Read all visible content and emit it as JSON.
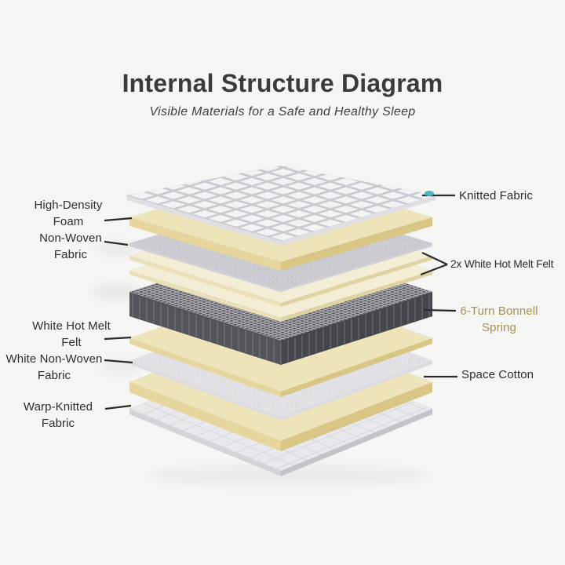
{
  "header": {
    "title": "Internal Structure Diagram",
    "subtitle": "Visible Materials for a Safe and Healthy Sleep"
  },
  "diagram": {
    "layers_top_to_bottom": [
      {
        "id": "knitted-fabric",
        "material": "Knitted Fabric"
      },
      {
        "id": "high-density-foam",
        "material": "High-Density Foam"
      },
      {
        "id": "non-woven-fabric",
        "material": "Non-Woven Fabric"
      },
      {
        "id": "white-hot-melt-felt-upper-1",
        "material": "White Hot Melt Felt"
      },
      {
        "id": "white-hot-melt-felt-upper-2",
        "material": "White Hot Melt Felt"
      },
      {
        "id": "bonnell-spring",
        "material": "6-Turn Bonnell Spring"
      },
      {
        "id": "white-hot-melt-felt",
        "material": "White Hot Melt Felt"
      },
      {
        "id": "white-non-woven-fabric",
        "material": "White Non-Woven Fabric"
      },
      {
        "id": "space-cotton",
        "material": "Space Cotton"
      },
      {
        "id": "warp-knitted-fabric",
        "material": "Warp-Knitted Fabric"
      }
    ],
    "labels": {
      "high_density_foam": {
        "line1": "High-Density",
        "line2": "Foam"
      },
      "non_woven_fabric": {
        "line1": "Non-Woven",
        "line2": "Fabric"
      },
      "white_hot_melt_felt": {
        "line1": "White Hot Melt",
        "line2": "Felt"
      },
      "white_non_woven_fabric": {
        "line1": "White Non-Woven",
        "line2": "Fabric"
      },
      "warp_knitted_fabric": {
        "line1": "Warp-Knitted",
        "line2": "Fabric"
      },
      "knitted_fabric": {
        "line1": "Knitted Fabric",
        "line2": ""
      },
      "white_hot_melt_felt_2x": {
        "line1": "2x White Hot Melt Felt",
        "line2": ""
      },
      "bonnell_spring": {
        "line1": "6-Turn Bonnell",
        "line2": "Spring"
      },
      "space_cotton": {
        "line1": "Space Cotton",
        "line2": ""
      }
    }
  },
  "palette": {
    "background": "#f5f5f4",
    "title_text": "#3b3b3b",
    "subtitle_text": "#3f3f3f",
    "label_text": "#2d2d2d",
    "leader_line": "#2b2b2b",
    "accent_gold": "#a38f58",
    "quilt_top": "#f3f3f5",
    "quilt_line": "#c9c9d0",
    "quilt_side": "#dfdfe3",
    "cream_top": "#eee4ba",
    "cream_side_left": "#e6d69e",
    "cream_side_right": "#d9c685",
    "felt_top": "#f3edd5",
    "felt_side_left": "#eadfb6",
    "felt_side_right": "#e0d3a2",
    "gray_top": "#e7e7ea",
    "gray_hatch": "#bfbfc6",
    "gray_side": "#cfcfd5",
    "white_top": "#f1f1f4",
    "white_hatch": "#d7d7dc",
    "white_side": "#dcdce1",
    "spring_top": "#5c5c63",
    "spring_grid": "#b7b7bd",
    "spring_side_left": "#53535a",
    "spring_side_right": "#45454c",
    "spring_coil": "#92929a",
    "bottom_top": "#e8e9ec",
    "bottom_hatch": "#d9dadf",
    "bottom_side_left": "#d3d4d9",
    "bottom_side_right": "#c3c4ca",
    "tag_teal": "#4fb4c6"
  }
}
